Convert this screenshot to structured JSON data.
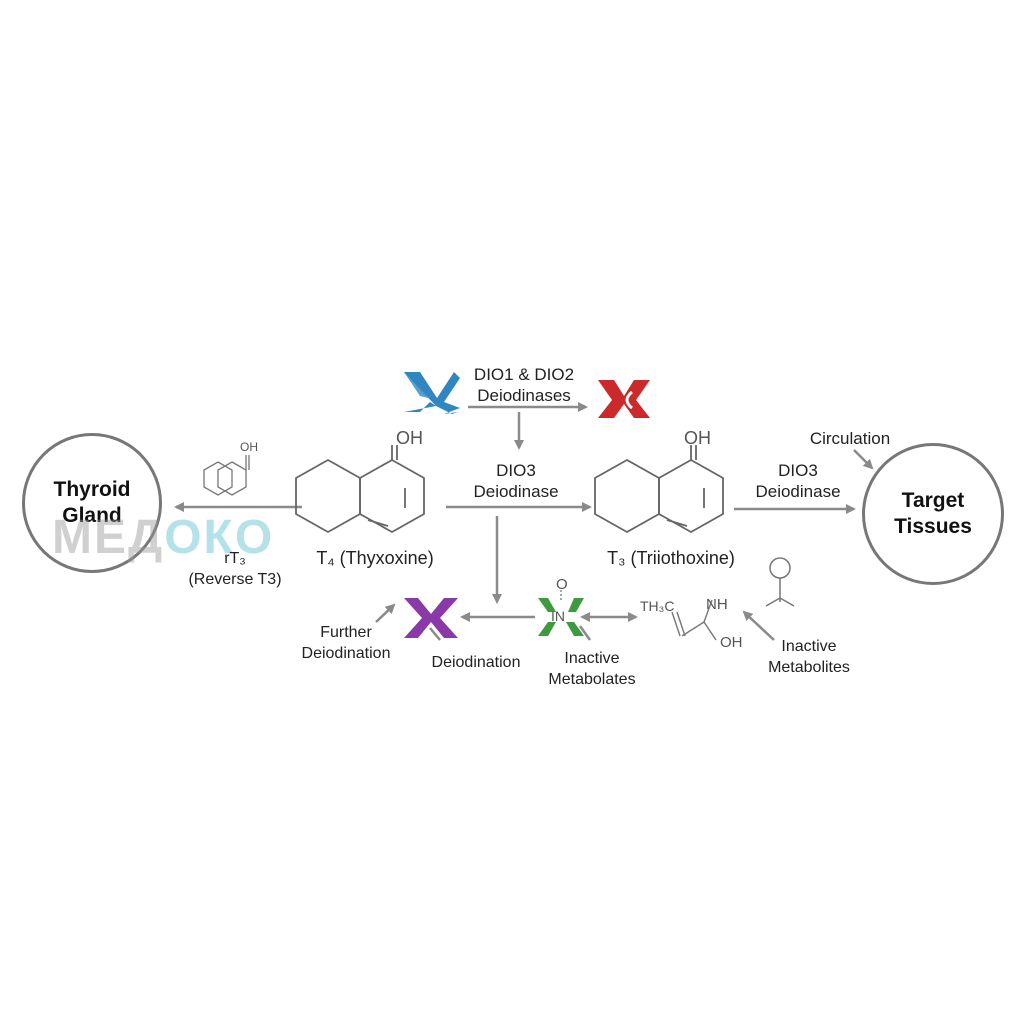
{
  "nodes": {
    "thyroid": "Thyroid\nGland",
    "target": "Target\nTissues"
  },
  "labels": {
    "dio12_line1": "DIO1 & DIO2",
    "dio12_line2": "Deiodinases",
    "dio3_center_line1": "DIO3",
    "dio3_center_line2": "Deiodinase",
    "dio3_right_line1": "DIO3",
    "dio3_right_line2": "Deiodinase",
    "circulation": "Circulation",
    "t4": "T₄ (Thyxoxine)",
    "t3": "T₃ (Triiothoxine)",
    "rt3_line1": "rT₃",
    "rt3_line2": "(Reverse T3)",
    "further_line1": "Further",
    "further_line2": "Deiodination",
    "deiodination": "Deiodination",
    "inactive_metabolates_line1": "Inactive",
    "inactive_metabolates_line2": "Metabolates",
    "inactive_metabolites_line1": "Inactive",
    "inactive_metabolites_line2": "Metabolites"
  },
  "chem_labels": {
    "oh": "OH",
    "o": "O",
    "n": "IN",
    "th3c": "TH₃C",
    "nh": "NH",
    "oh2": "OH"
  },
  "watermark": {
    "part1": "МЕД",
    "part2": "ОКО"
  },
  "icons": {
    "dio12": "blue-enzyme-icon",
    "red": "red-enzyme-icon",
    "purple": "purple-enzyme-icon",
    "green": "green-enzyme-icon"
  },
  "colors": {
    "blue": "#2f86c0",
    "red": "#cc2a2a",
    "purple": "#8a3aa8",
    "green": "#3f9a3f",
    "arrow": "#8a8a8a",
    "node_border": "#777777"
  }
}
